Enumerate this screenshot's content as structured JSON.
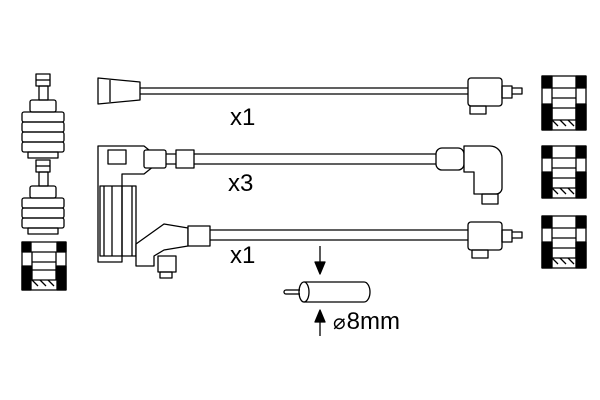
{
  "diagram": {
    "set_labels": [
      "x1",
      "x3",
      "x1"
    ],
    "diameter": {
      "symbol": "⌀",
      "value": "8mm"
    },
    "colors": {
      "line": "#000000",
      "background": "#ffffff"
    }
  }
}
